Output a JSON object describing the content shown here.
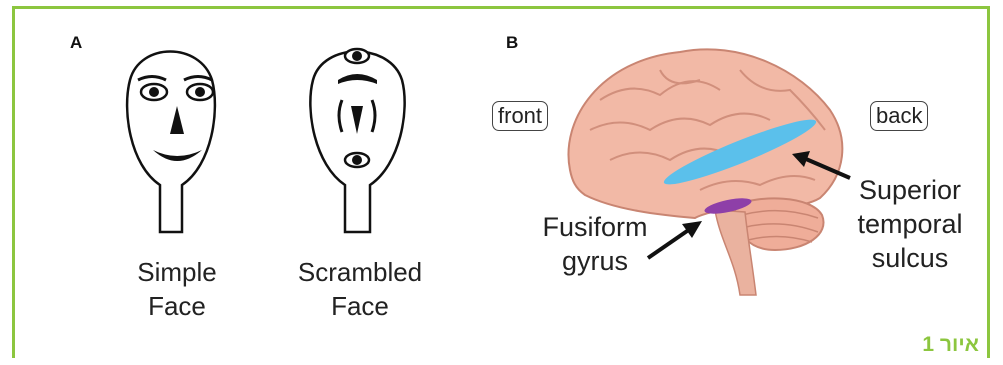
{
  "panel_a": {
    "label": "A",
    "faces": [
      {
        "caption_line1": "Simple",
        "caption_line2": "Face"
      },
      {
        "caption_line1": "Scrambled",
        "caption_line2": "Face"
      }
    ]
  },
  "panel_b": {
    "label": "B",
    "tags": {
      "front": "front",
      "back": "back"
    },
    "annotations": {
      "fusiform_line1": "Fusiform",
      "fusiform_line2": "gyrus",
      "sts_line1": "Superior",
      "sts_line2": "temporal",
      "sts_line3": "sulcus"
    },
    "colors": {
      "sts_region": "#5bc0eb",
      "fusiform_region": "#8e3fa8",
      "brain": "#f2b9a6"
    }
  },
  "figure_caption": "איור 1",
  "colors": {
    "accent": "#8cc63f"
  }
}
